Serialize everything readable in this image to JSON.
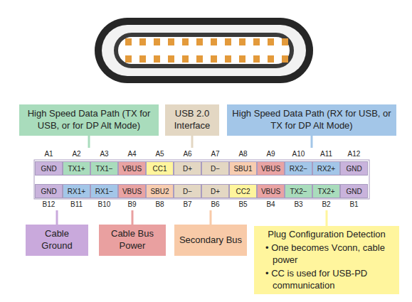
{
  "diagram": {
    "nodes": [
      {
        "text": [
          "High Speed Data Path (TX for USB, or for DP Alt Mode)"
        ]
      },
      {
        "text": [
          "USB 2.0 Interface"
        ]
      },
      {
        "text": [
          "High Speed Data Path (RX for USB, or TX for DP Alt Mode)"
        ]
      },
      {
        "text": [
          "GND"
        ]
      },
      {
        "text": [
          "TX1+"
        ]
      },
      {
        "text": [
          "TX1−"
        ]
      },
      {
        "text": [
          "VBUS"
        ]
      },
      {
        "text": [
          "CC1"
        ]
      },
      {
        "text": [
          "D+"
        ]
      },
      {
        "text": [
          "D−"
        ]
      },
      {
        "text": [
          "SBU1"
        ]
      },
      {
        "text": [
          "VBUS"
        ]
      },
      {
        "text": [
          "RX2−"
        ]
      },
      {
        "text": [
          "RX2+"
        ]
      },
      {
        "text": [
          "GND"
        ]
      },
      {
        "text": [
          "GND"
        ]
      },
      {
        "text": [
          "RX1+"
        ]
      },
      {
        "text": [
          "RX1−"
        ]
      },
      {
        "text": [
          "VBUS"
        ]
      },
      {
        "text": [
          "SBU2"
        ]
      },
      {
        "text": [
          "D−"
        ]
      },
      {
        "text": [
          "D+"
        ]
      },
      {
        "text": [
          "CC2"
        ]
      },
      {
        "text": [
          "VBUS"
        ]
      },
      {
        "text": [
          "TX2−"
        ]
      },
      {
        "text": [
          "TX2+"
        ]
      },
      {
        "text": [
          "GND"
        ]
      },
      {
        "text": [
          "Cable Ground"
        ]
      },
      {
        "text": [
          "Cable Bus Power"
        ]
      },
      {
        "text": [
          "Secondary Bus"
        ]
      },
      {
        "text": [
          "Plug Configuration Detection",
          "• One becomes Vconn, cable power",
          "• CC is used for USB-PD communication"
        ]
      }
    ],
    "labels": [
      "A1",
      "A2",
      "A3",
      "A4",
      "A5",
      "A6",
      "A7",
      "A8",
      "A9",
      "A10",
      "A11",
      "A12",
      "B12",
      "B11",
      "B10",
      "B9",
      "B8",
      "B7",
      "B6",
      "B5",
      "B4",
      "B3",
      "B2",
      "B1"
    ]
  }
}
